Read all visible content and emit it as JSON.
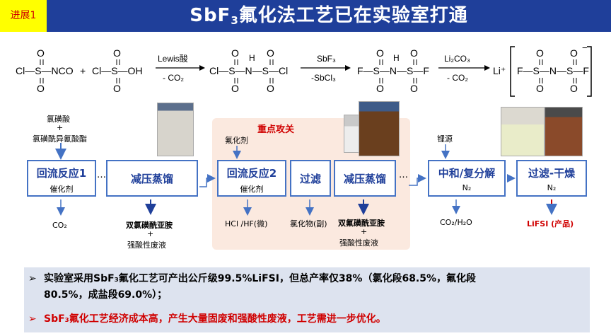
{
  "header": {
    "tag": "进展1",
    "title_pre": "SbF",
    "title_sub": "3",
    "title_post": "氟化法工艺已在实验室打通"
  },
  "reaction": {
    "m1": "Cl—S—NCO",
    "plus": "+",
    "m2": "Cl—S—OH",
    "cond1_top": "Lewis酸",
    "cond1_bot": "- CO₂",
    "m3": "Cl—S—N—S—Cl",
    "cond2_top": "SbF₃",
    "cond2_bot": "-SbCl₃",
    "m4": "F—S—N—S—F",
    "cond3_top": "Li₂CO₃",
    "cond3_bot": "- CO₂",
    "li": "Li⁺",
    "m5": "F—S—N—S—F",
    "o": "O",
    "h": "H",
    "minus": "−"
  },
  "process": {
    "input1_a": "氯磺酸",
    "input1_plus": "+",
    "input1_b": "氯磺酰异氰酸酯",
    "box1_title": "回流反应1",
    "box1_sub": "催化剂",
    "dots": "…",
    "box2_title": "减压蒸馏",
    "out_co2": "CO₂",
    "out_b1": "双氯磺酰亚胺",
    "out_plus": "+",
    "out_waste": "强酸性废液",
    "focus_title": "重点攻关",
    "input2": "氟化剂",
    "box3_title": "回流反应2",
    "box3_sub": "催化剂",
    "box4_title": "过滤",
    "box5_title": "减压蒸馏",
    "out_hcl": "HCl /HF(微)",
    "out_chloride": "氯化物(副)",
    "out_b2": "双氟磺酰亚胺",
    "input3": "锂源",
    "box6_title": "中和/复分解",
    "box6_sub": "N₂",
    "box7_title": "过滤-干燥",
    "box7_sub": "N₂",
    "out_co2h2o": "CO₂/H₂O",
    "out_product": "LiFSI (产品)"
  },
  "summary": {
    "b1_line1": "实验室采用SbF₃氟化工艺可产出公斤级99.5%LiFSI，但总产率仅38%（氯化段68.5%，氟化段",
    "b1_line2": "80.5%，成盐段69.0%）；",
    "b2": "SbF₃氟化工艺经济成本高，产生大量固废和强酸性废液，工艺需进一步优化。"
  },
  "colors": {
    "banner": "#1f3f9a",
    "tag_bg": "#ffff00",
    "tag_text": "#d00000",
    "box_border": "#4472c4",
    "highlight_bg": "#fbe9df",
    "accent_red": "#d00000"
  }
}
